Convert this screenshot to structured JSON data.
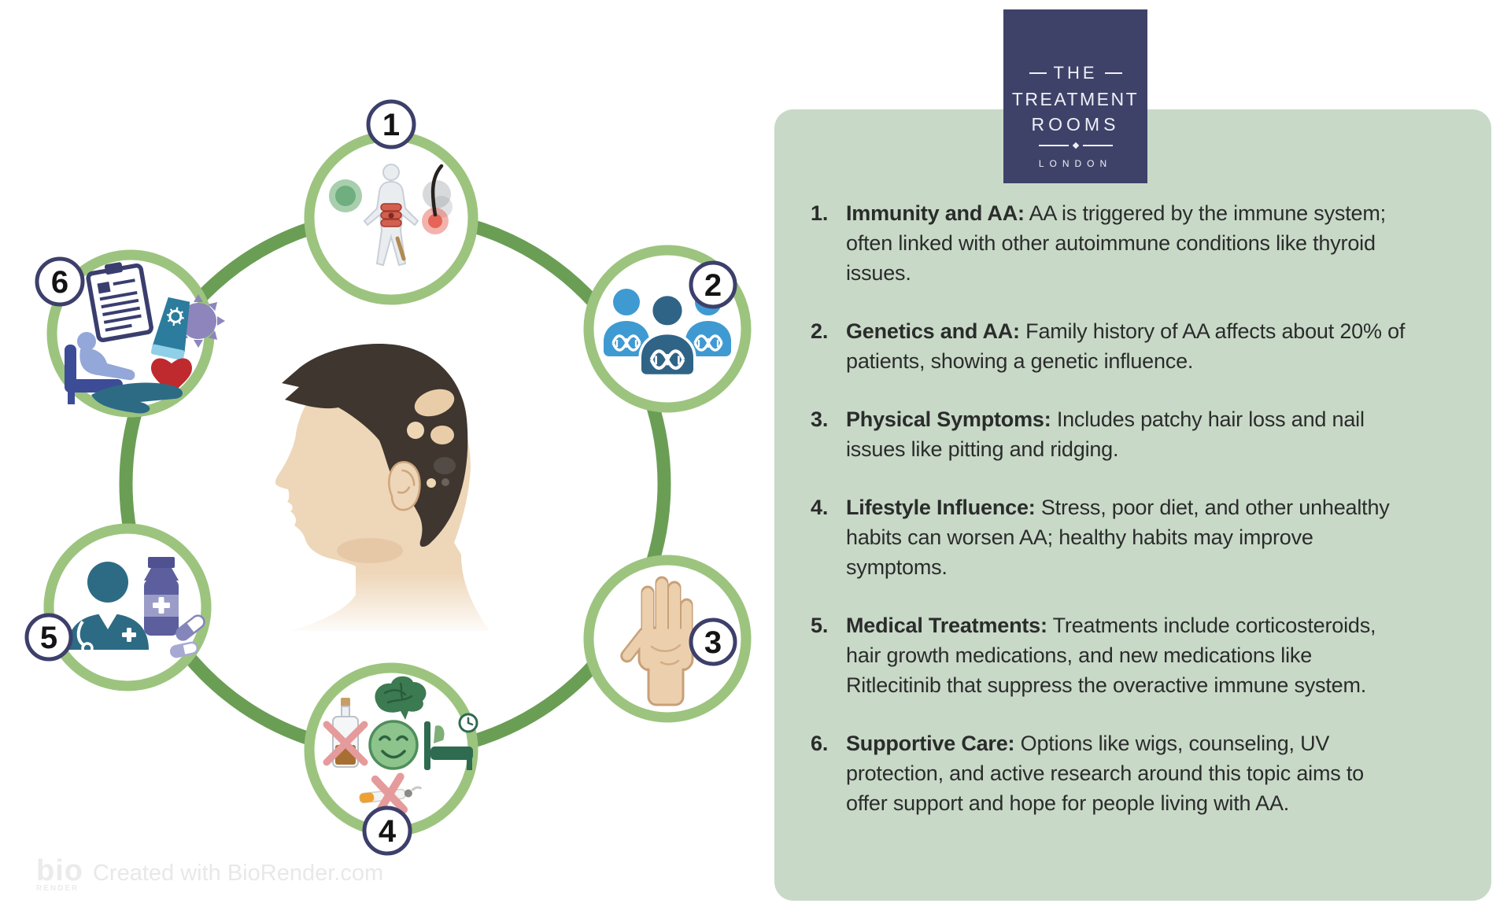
{
  "logo": {
    "the": "THE",
    "treatment": "TREATMENT",
    "rooms": "ROOMS",
    "london": "LONDON",
    "bg_color": "#3f4268",
    "text_color": "#eef0f6"
  },
  "panel": {
    "bg_color": "#c9d9c8",
    "text_color": "#2a2c2b",
    "items": [
      {
        "number": "1.",
        "lead": "Immunity and AA:",
        "text": "AA is triggered by the immune system; often linked with other autoimmune conditions like thyroid issues."
      },
      {
        "number": "2.",
        "lead": "Genetics and AA:",
        "text": "Family history of AA affects about 20% of patients, showing a genetic influence."
      },
      {
        "number": "3.",
        "lead": "Physical Symptoms:",
        "text": "Includes patchy hair loss and nail issues like pitting and ridging."
      },
      {
        "number": "4.",
        "lead": "Lifestyle Influence:",
        "text": "Stress, poor diet, and other unhealthy habits can worsen AA; healthy habits may improve symptoms."
      },
      {
        "number": "5.",
        "lead": "Medical Treatments:",
        "text": "Treatments include corticosteroids, hair growth medications, and new medications like Ritlecitinib that suppress the overactive immune system."
      },
      {
        "number": "6.",
        "lead": "Supportive Care:",
        "text": "Options like wigs, counseling, UV protection, and active research around this topic aims to offer support and hope for people living with AA."
      }
    ]
  },
  "diagram": {
    "ring_color": "#6b9e55",
    "node_ring_color": "#9cc47e",
    "badge_ring_color": "#3d3f6b",
    "center_image": "man-head-with-alopecia-patches",
    "nodes": [
      {
        "number": "1",
        "icon": "immune-system-body-icon"
      },
      {
        "number": "2",
        "icon": "genetics-people-dna-icon"
      },
      {
        "number": "3",
        "icon": "hand-symptoms-icon"
      },
      {
        "number": "4",
        "icon": "lifestyle-habits-icon"
      },
      {
        "number": "5",
        "icon": "doctor-medications-icon"
      },
      {
        "number": "6",
        "icon": "supportive-care-icon"
      }
    ]
  },
  "watermark": {
    "brand_top": "bio",
    "brand_bottom": "RENDER",
    "text": "Created with BioRender.com"
  }
}
